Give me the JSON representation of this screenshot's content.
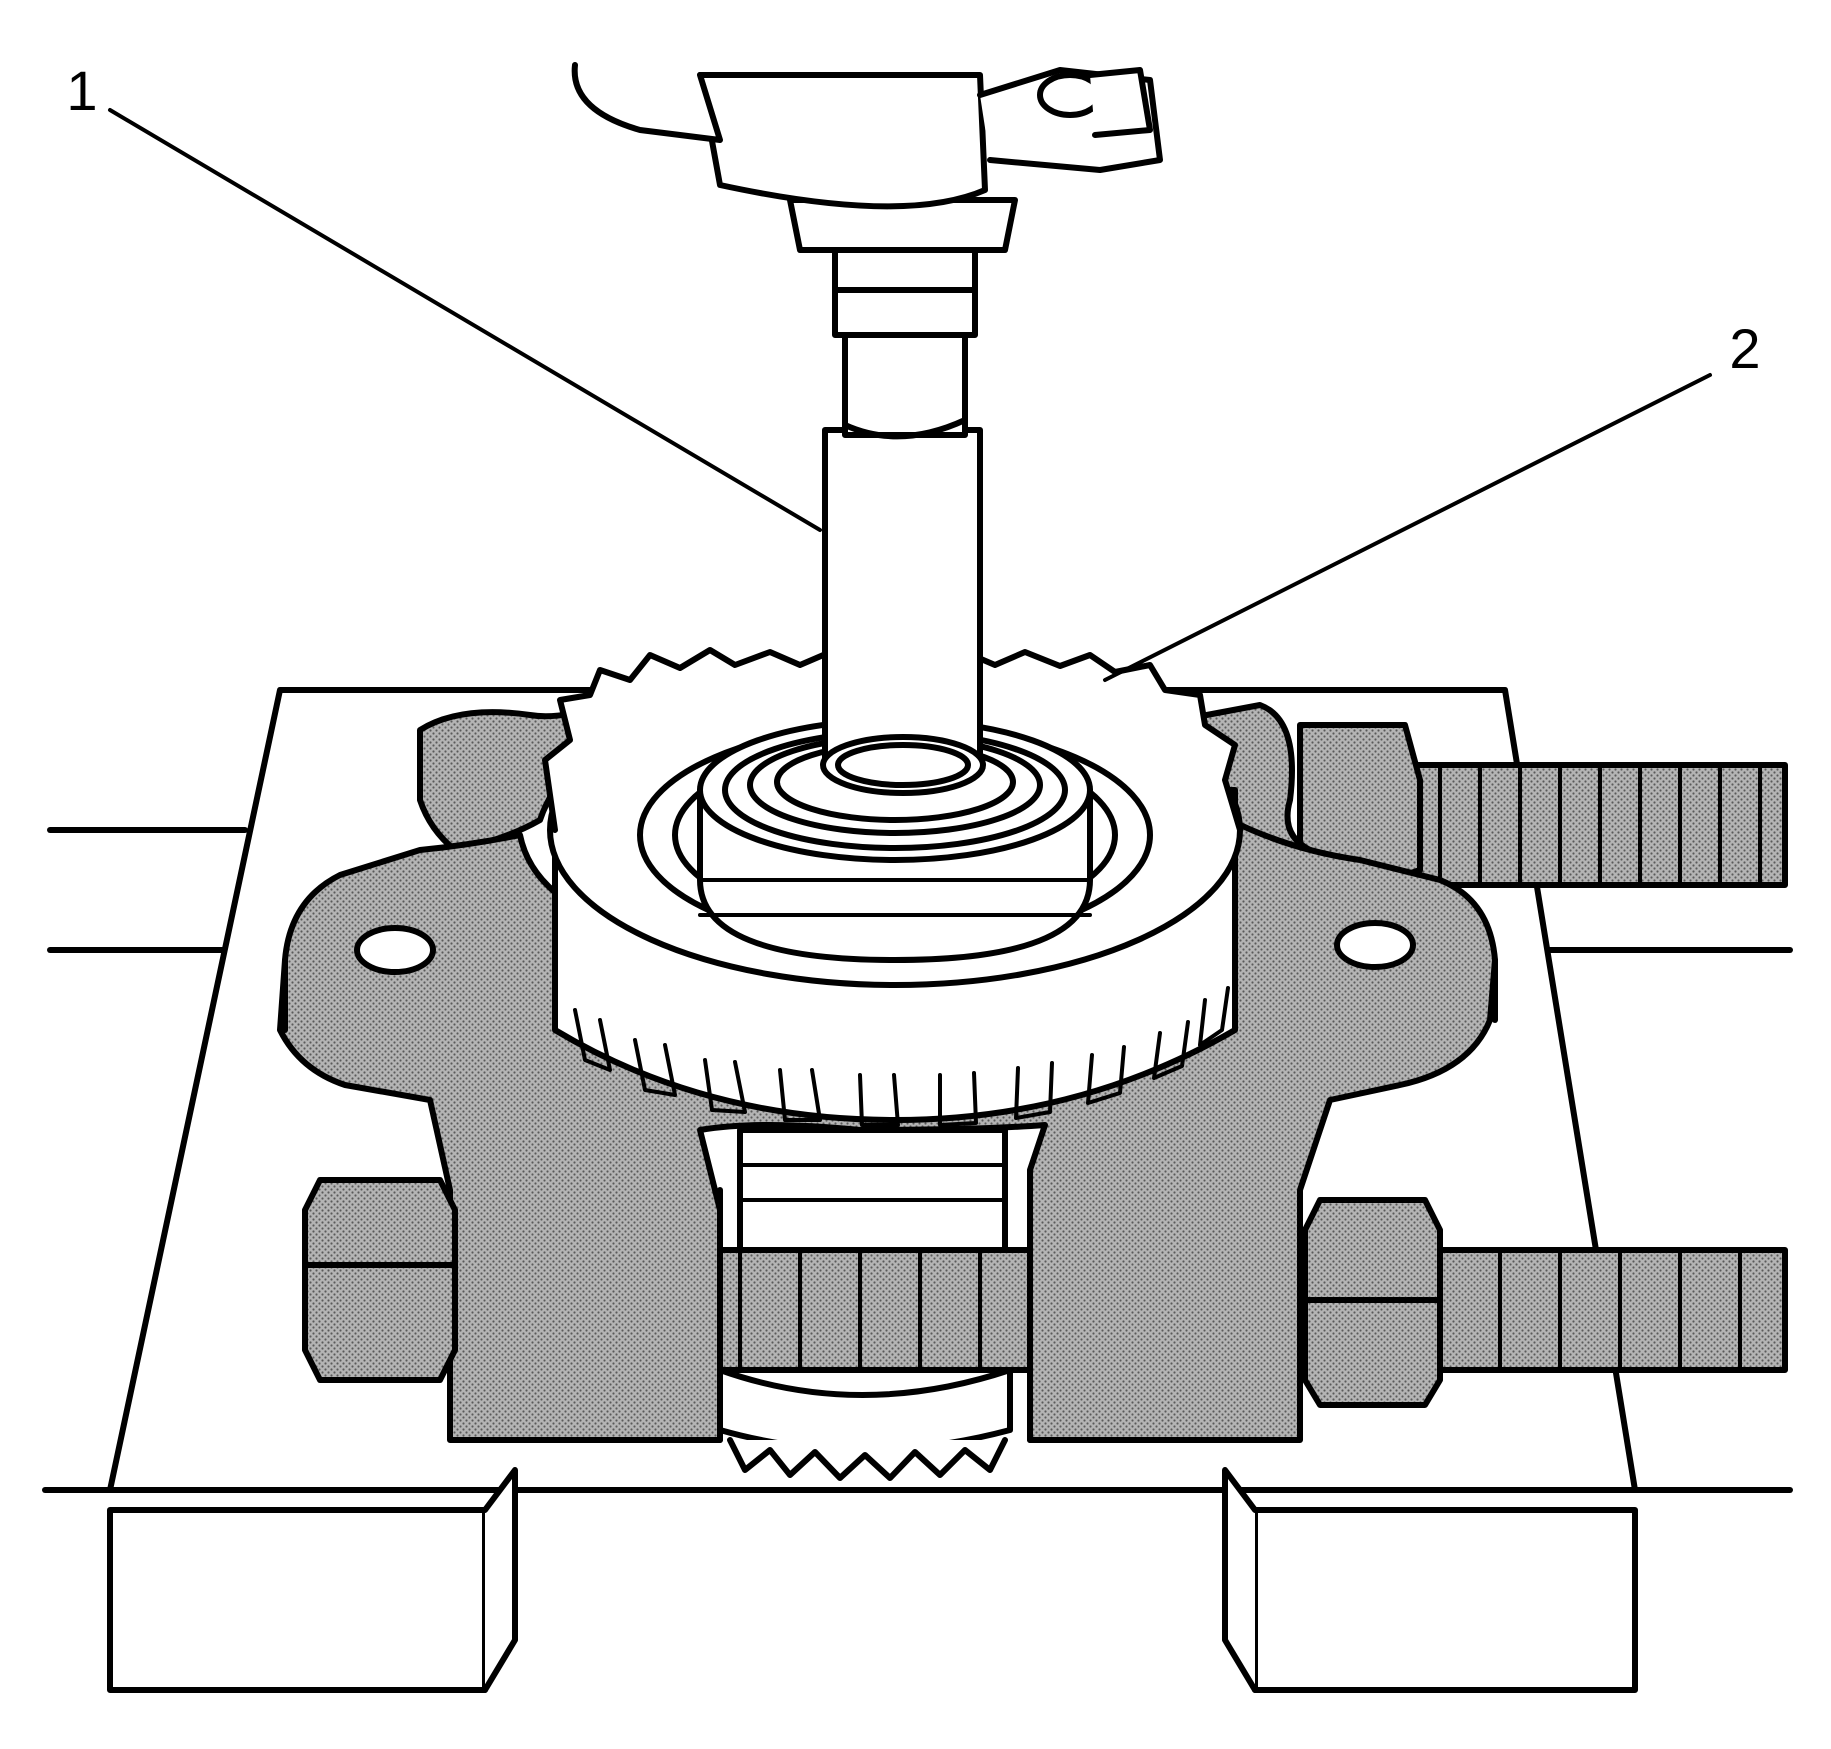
{
  "figure": {
    "background": "#ffffff",
    "line_color": "#000000",
    "hatch_color": "#8a8a8a",
    "callouts": [
      {
        "id": "1",
        "label": "1"
      },
      {
        "id": "2",
        "label": "2"
      }
    ]
  }
}
